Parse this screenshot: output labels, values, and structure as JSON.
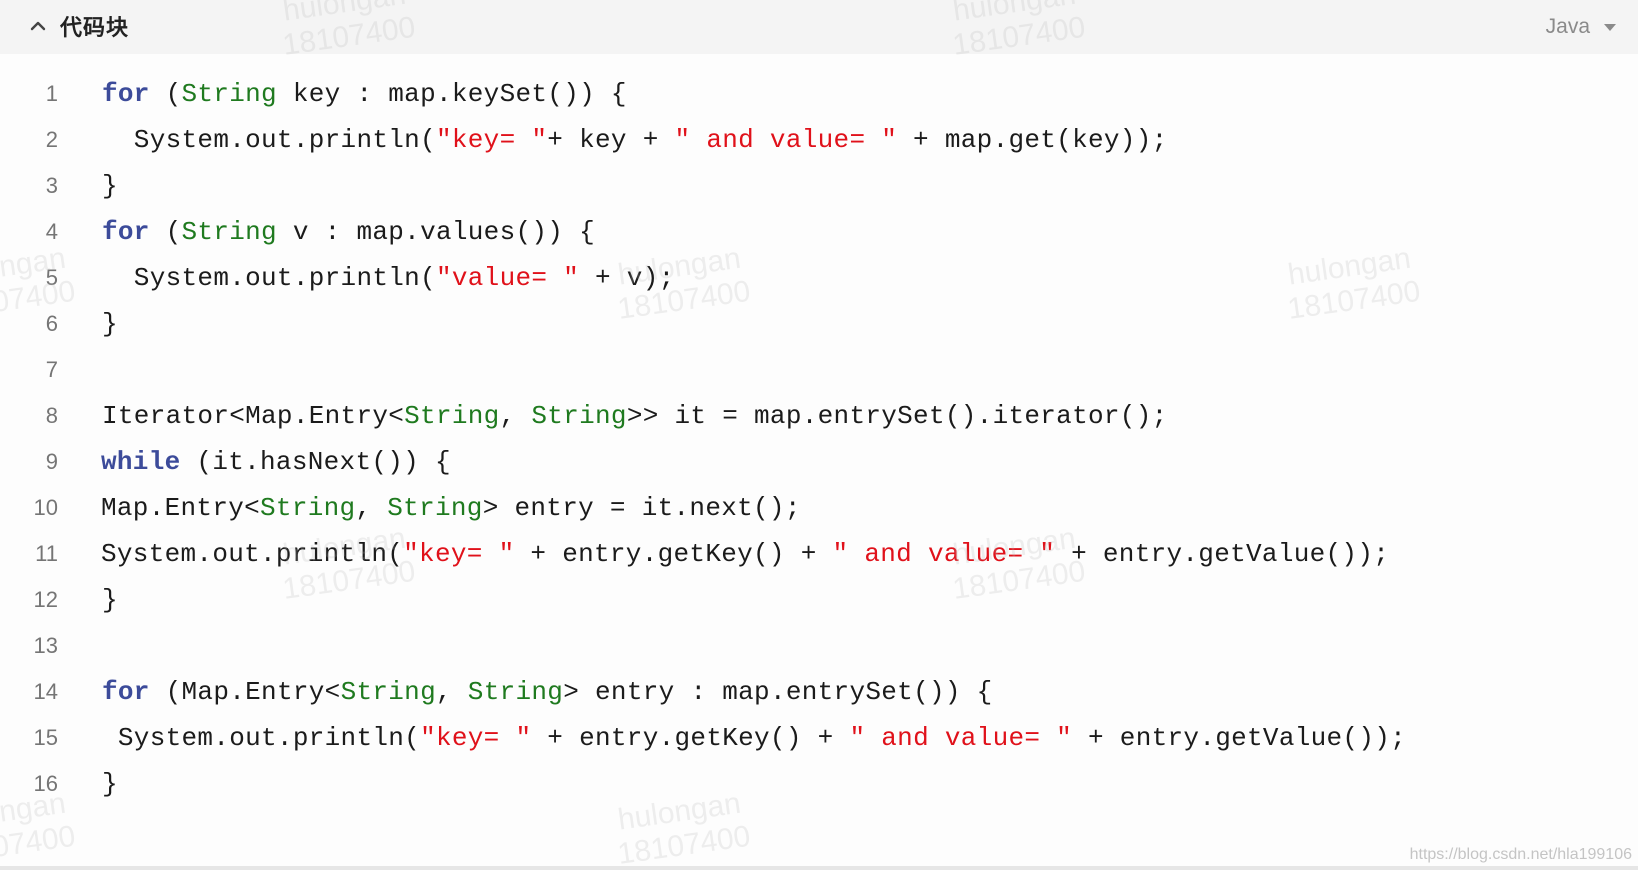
{
  "header": {
    "title": "代码块",
    "language": "Java",
    "collapse_icon": "chevron-up-icon",
    "caret_icon": "caret-down-icon"
  },
  "code": {
    "lines": [
      {
        "number": "1",
        "tokens": [
          {
            "t": "for",
            "c": "kw"
          },
          {
            "t": " ("
          },
          {
            "t": "String",
            "c": "ty"
          },
          {
            "t": " key : map.keySet()) {"
          }
        ]
      },
      {
        "number": "2",
        "tokens": [
          {
            "t": "  System.out.println("
          },
          {
            "t": "\"key= \"",
            "c": "st"
          },
          {
            "t": "+ key + "
          },
          {
            "t": "\" and value= \"",
            "c": "st"
          },
          {
            "t": " + map.get(key));"
          }
        ]
      },
      {
        "number": "3",
        "tokens": [
          {
            "t": "}"
          }
        ]
      },
      {
        "number": "4",
        "tokens": [
          {
            "t": "for",
            "c": "kw"
          },
          {
            "t": " ("
          },
          {
            "t": "String",
            "c": "ty"
          },
          {
            "t": " v : map.values()) {"
          }
        ]
      },
      {
        "number": "5",
        "tokens": [
          {
            "t": "  System.out.println("
          },
          {
            "t": "\"value= \"",
            "c": "st"
          },
          {
            "t": " + v);"
          }
        ]
      },
      {
        "number": "6",
        "tokens": [
          {
            "t": "}"
          }
        ]
      },
      {
        "number": "7",
        "tokens": []
      },
      {
        "number": "8",
        "tokens": [
          {
            "t": "Iterator<Map.Entry<"
          },
          {
            "t": "String",
            "c": "ty"
          },
          {
            "t": ", "
          },
          {
            "t": "String",
            "c": "ty"
          },
          {
            "t": ">> it = map.entrySet().iterator();"
          }
        ]
      },
      {
        "number": "9",
        "tokens": [
          {
            "t": "while",
            "c": "kw"
          },
          {
            "t": " (it.hasNext()) {"
          }
        ]
      },
      {
        "number": "10",
        "tokens": [
          {
            "t": "Map.Entry<"
          },
          {
            "t": "String",
            "c": "ty"
          },
          {
            "t": ", "
          },
          {
            "t": "String",
            "c": "ty"
          },
          {
            "t": "> entry = it.next();"
          }
        ]
      },
      {
        "number": "11",
        "tokens": [
          {
            "t": "System.out.println("
          },
          {
            "t": "\"key= \"",
            "c": "st"
          },
          {
            "t": " + entry.getKey() + "
          },
          {
            "t": "\" and value= \"",
            "c": "st"
          },
          {
            "t": " + entry.getValue());"
          }
        ]
      },
      {
        "number": "12",
        "tokens": [
          {
            "t": "}"
          }
        ]
      },
      {
        "number": "13",
        "tokens": []
      },
      {
        "number": "14",
        "tokens": [
          {
            "t": "for",
            "c": "kw"
          },
          {
            "t": " (Map.Entry<"
          },
          {
            "t": "String",
            "c": "ty"
          },
          {
            "t": ", "
          },
          {
            "t": "String",
            "c": "ty"
          },
          {
            "t": "> entry : map.entrySet()) {"
          }
        ]
      },
      {
        "number": "15",
        "tokens": [
          {
            "t": " System.out.println("
          },
          {
            "t": "\"key= \"",
            "c": "st"
          },
          {
            "t": " + entry.getKey() + "
          },
          {
            "t": "\" and value= \"",
            "c": "st"
          },
          {
            "t": " + entry.getValue());"
          }
        ]
      },
      {
        "number": "16",
        "tokens": [
          {
            "t": "}"
          }
        ]
      }
    ]
  },
  "watermark": {
    "name": "hulongan",
    "id": "18107400",
    "url": "https://blog.csdn.net/hla199106"
  },
  "colors": {
    "keyword": "#3c4b9a",
    "type": "#1f7a1f",
    "string": "#e0111a",
    "text": "#1b1b1b"
  }
}
